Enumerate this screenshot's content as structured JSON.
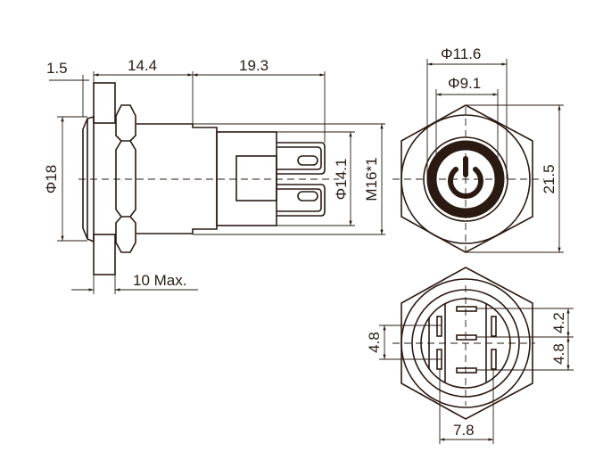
{
  "side_view": {
    "dim_flange": "1.5",
    "dim_body": "14.4",
    "dim_terminals": "19.3",
    "dim_bezel_dia": "Φ18",
    "dim_rear_dia": "Φ14.1",
    "dim_thread": "M16*1",
    "dim_panel": "10 Max."
  },
  "front_view": {
    "dim_ring_outer": "Φ11.6",
    "dim_ring_inner": "Φ9.1",
    "dim_hex": "21.5",
    "symbol": "power-icon"
  },
  "rear_view": {
    "dim_top": "4.2",
    "dim_bottom": "4.8",
    "dim_left": "4.8",
    "dim_width": "7.8"
  }
}
